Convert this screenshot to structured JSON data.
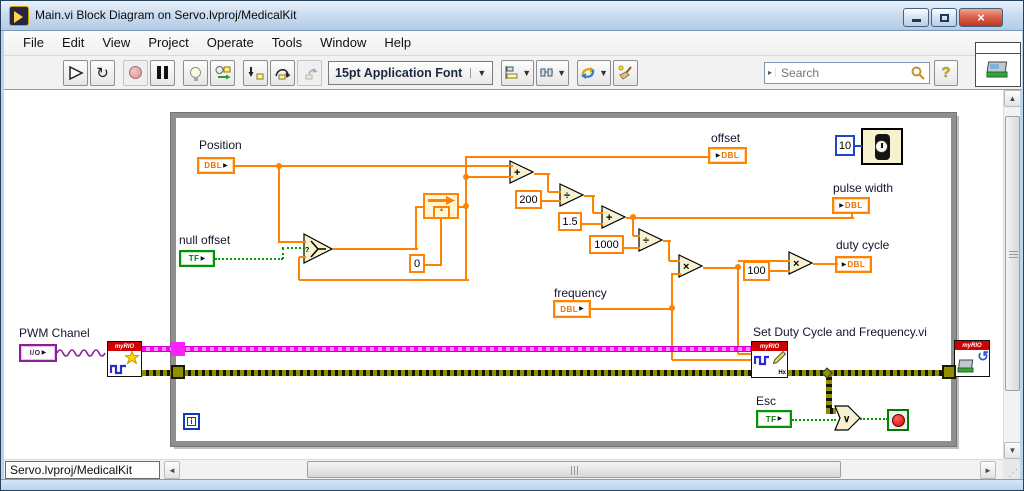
{
  "window": {
    "title": "Main.vi Block Diagram on Servo.lvproj/MedicalKit"
  },
  "menu": {
    "items": [
      "File",
      "Edit",
      "View",
      "Project",
      "Operate",
      "Tools",
      "Window",
      "Help"
    ]
  },
  "toolbar": {
    "font_label": "15pt Application Font",
    "search_placeholder": "Search",
    "help_label": "?"
  },
  "diagram": {
    "labels": {
      "position": "Position",
      "null_offset": "null offset",
      "pwm_chanel": "PWM Chanel",
      "frequency": "frequency",
      "offset": "offset",
      "pulse_width": "pulse width",
      "duty_cycle": "duty cycle",
      "esc": "Esc",
      "set_duty_vi": "Set Duty Cycle and Frequency.vi"
    },
    "terminals": {
      "dbl": "DBL",
      "tf": "TF",
      "io": "I/O",
      "arrow": "▶"
    },
    "myrio": {
      "header": "myRIO",
      "hx": "Hx"
    },
    "constants": {
      "k200": "200",
      "k1_5": "1.5",
      "k1000": "1000",
      "k0": "0",
      "k100": "100",
      "k10": "10"
    },
    "ops": {
      "add": "+",
      "div": "÷",
      "mul": "×",
      "or": "∨",
      "select": "?"
    },
    "loop_iteration": "i"
  },
  "statusbar": {
    "tab": "Servo.lvproj/MedicalKit"
  },
  "colors": {
    "wire_orange": "#FF8200",
    "wire_green": "#00A000",
    "wire_magenta": "#FF00FF",
    "wire_olive": "#8F8F00",
    "wire_purple": "#8B1F9B",
    "myrio_red": "#CE0000",
    "const_blue": "#2244CC"
  }
}
